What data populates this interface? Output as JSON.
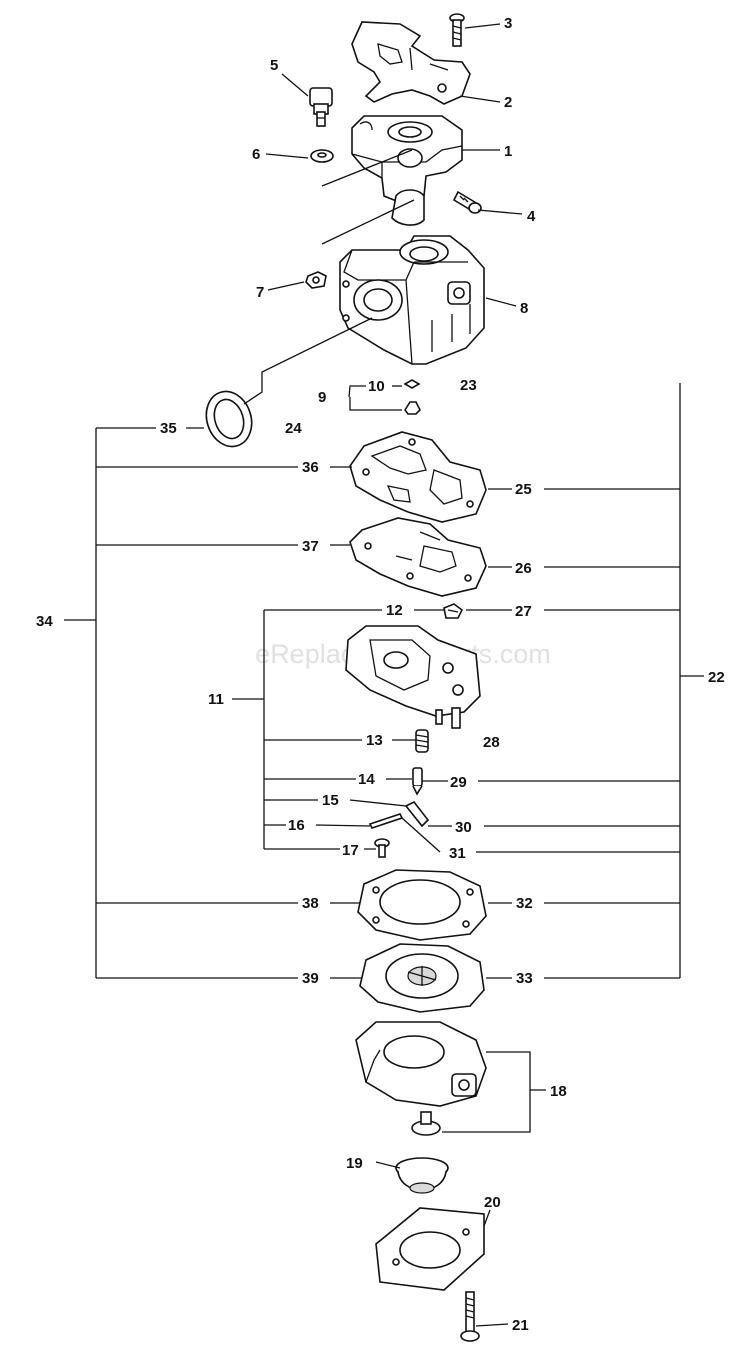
{
  "watermark": "eReplacementParts.com",
  "labels": {
    "p1": "1",
    "p2": "2",
    "p3": "3",
    "p4": "4",
    "p5": "5",
    "p6": "6",
    "p7": "7",
    "p8": "8",
    "p9": "9",
    "p10": "10",
    "p11": "11",
    "p12": "12",
    "p13": "13",
    "p14": "14",
    "p15": "15",
    "p16": "16",
    "p17": "17",
    "p18": "18",
    "p19": "19",
    "p20": "20",
    "p21": "21",
    "p22": "22",
    "p23": "23",
    "p24": "24",
    "p25": "25",
    "p26": "26",
    "p27": "27",
    "p28": "28",
    "p29": "29",
    "p30": "30",
    "p31": "31",
    "p32": "32",
    "p33": "33",
    "p34": "34",
    "p35": "35",
    "p36": "36",
    "p37": "37",
    "p38": "38",
    "p39": "39"
  }
}
